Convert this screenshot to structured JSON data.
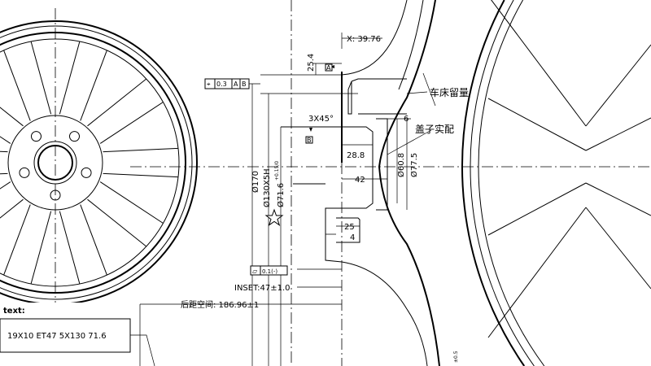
{
  "dimensions": {
    "x_offset": "X: 39.76",
    "height_25_4": "25.4",
    "datum_a": "A",
    "datum_b": "B",
    "chamfer": "3X45°",
    "width_6": "6",
    "depth_28_8": "28.8",
    "depth_42": "42",
    "dia_60_8": "Ø60.8",
    "dia_77_5": "Ø77.5",
    "dia_170": "Ø170",
    "pcd": "Ø130X5H",
    "center_bore": "Ø71.6",
    "center_bore_tol": "+0.15/0",
    "width_25": "25",
    "width_4": "4",
    "inset": "INSET:47±1.0",
    "backspace": "后距空间: 186.96±1",
    "edge_tol": "±0.5"
  },
  "tolerance_frames": {
    "position": {
      "symbol": "⌖",
      "value": "0.3",
      "datum1": "A",
      "datum2": "B"
    },
    "flatness": {
      "symbol": "▱",
      "value": "0.1(-)"
    }
  },
  "annotations": {
    "lathe_allowance": "车床留量",
    "cap_fit": "盖子实配"
  },
  "spec": {
    "label": "text:",
    "value": "19X10 ET47 5X130 71.6"
  }
}
